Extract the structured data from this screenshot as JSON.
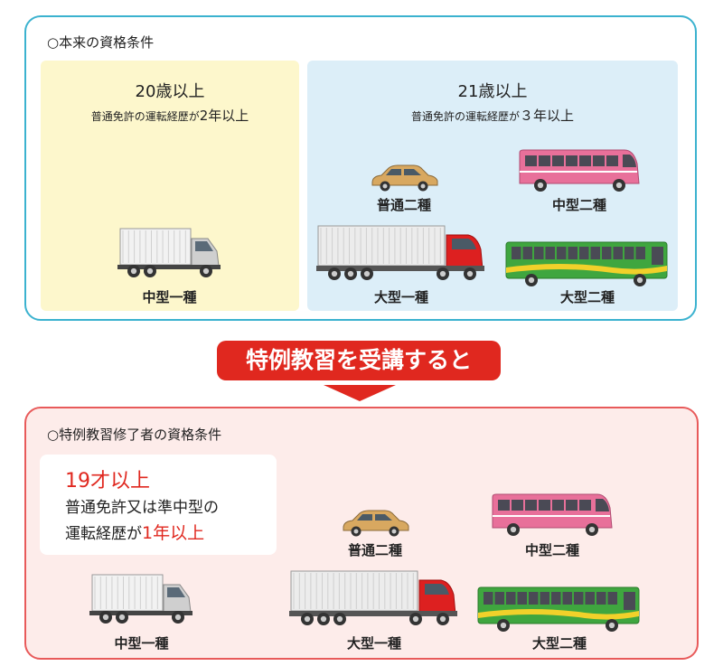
{
  "original": {
    "title": "○本来の資格条件",
    "left": {
      "age": "20歳以上",
      "req_prefix": "普通免許の運転経歴が",
      "req_value": "2年以上",
      "vehicle": "中型一種"
    },
    "right": {
      "age": "21歳以上",
      "req_prefix": "普通免許の運転経歴が",
      "req_value": "３年以上",
      "vehicles": {
        "car": "普通二種",
        "microbus": "中型二種",
        "truck": "大型一種",
        "bus": "大型二種"
      }
    }
  },
  "banner": {
    "label": "特例教習を受講すると",
    "color": "#e0281f"
  },
  "special": {
    "title": "○特例教習修了者の資格条件",
    "age": "19才以上",
    "line1": "普通免許又は準中型の",
    "line2_prefix": "運転経歴が",
    "line2_value": "1年以上",
    "vehicles": {
      "medium_truck": "中型一種",
      "car": "普通二種",
      "microbus": "中型二種",
      "truck": "大型一種",
      "bus": "大型二種"
    }
  },
  "colors": {
    "top_border": "#3bb2cf",
    "bottom_border": "#e85a5a",
    "yellow_panel": "#fdf7cc",
    "blue_panel": "#dceef8",
    "bottom_bg": "#fdecea",
    "accent_red": "#e0281f"
  }
}
